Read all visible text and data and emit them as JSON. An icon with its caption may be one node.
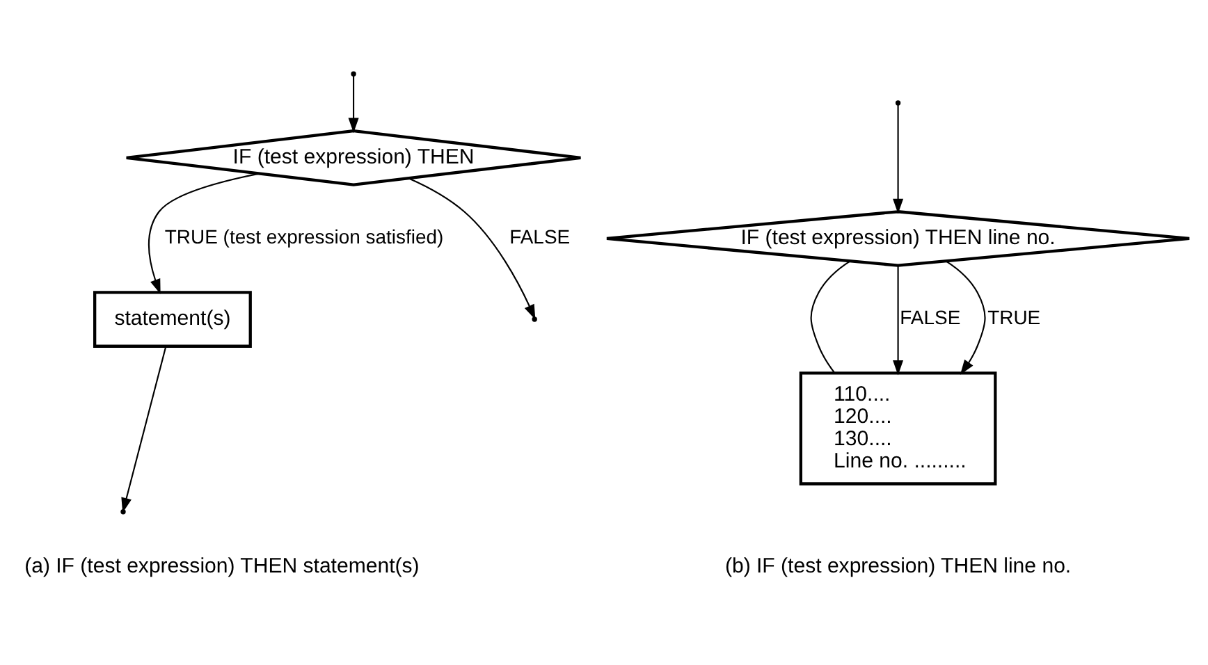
{
  "diagram": {
    "nodes": [
      {
        "text": [
          "IF (test expression) THEN"
        ]
      },
      {
        "text": [
          "statement(s)"
        ]
      },
      {
        "text": [
          "IF (test expression) THEN line no."
        ]
      },
      {
        "text": [
          "110....",
          "120....",
          "130....",
          "Line no. ........."
        ]
      }
    ],
    "edges": [
      {
        "from": 0,
        "to": null,
        "arrow": "to",
        "label": "FALSE"
      },
      {
        "from": null,
        "to": 0,
        "arrow": "to"
      },
      {
        "from": 0,
        "to": 1,
        "arrow": "to",
        "label": "TRUE (test expression satisfied)"
      },
      {
        "from": 1,
        "to": null,
        "arrow": "to"
      },
      {
        "from": null,
        "to": 2,
        "arrow": "to"
      },
      {
        "from": 2,
        "to": 3,
        "arrow": "none"
      },
      {
        "from": 2,
        "to": 3,
        "arrow": "to",
        "label": "FALSE"
      },
      {
        "from": 2,
        "to": 3,
        "arrow": "to",
        "label": "TRUE"
      }
    ],
    "labels": [
      "(a) IF (test expression) THEN statement(s)",
      "(b) IF (test expression) THEN line no."
    ]
  }
}
